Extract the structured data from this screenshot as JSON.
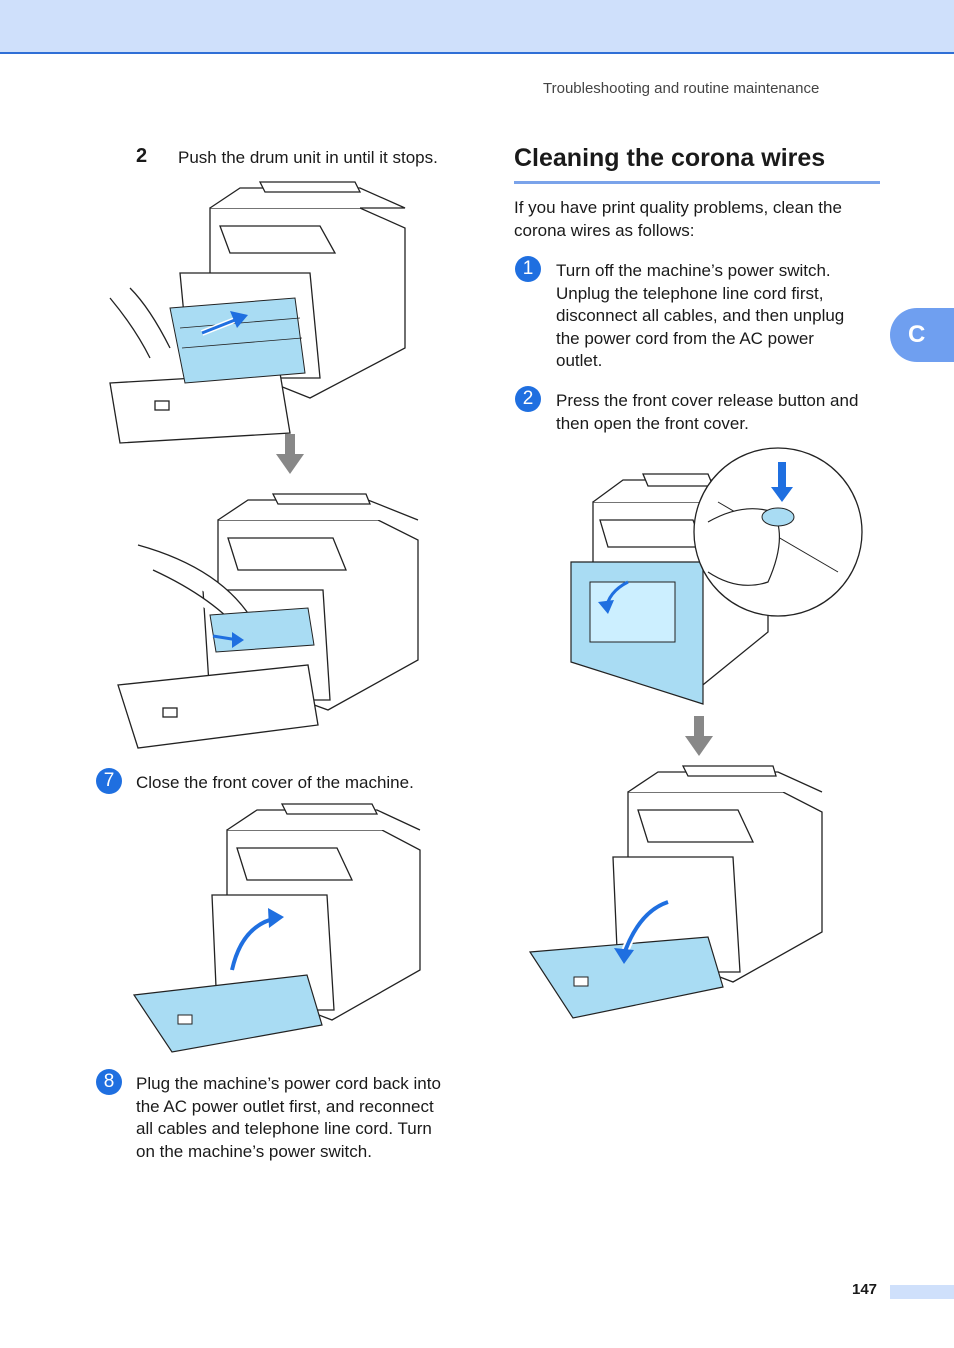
{
  "header": {
    "running_title": "Troubleshooting and routine maintenance"
  },
  "left": {
    "sub_step": {
      "number": "2",
      "text": "Push the drum unit in until it stops."
    },
    "step7": {
      "number": "7",
      "text": "Close the front cover of the machine."
    },
    "step8": {
      "number": "8",
      "lines": [
        "Plug the machine’s power cord back into",
        "the AC power outlet first, and reconnect",
        "all cables and telephone line cord. Turn",
        "on the machine’s power switch."
      ]
    }
  },
  "right": {
    "section_title": "Cleaning the corona wires",
    "intro": "If you have print quality problems, clean the corona wires as follows:",
    "step1": {
      "number": "1",
      "lines": [
        "Turn off the machine’s power switch.",
        "Unplug the telephone line cord first,",
        "disconnect all cables, and then unplug",
        "the power cord from the AC power",
        "outlet."
      ]
    },
    "step2": {
      "number": "2",
      "lines": [
        "Press the front cover release button and",
        "then open the front cover."
      ]
    }
  },
  "side_tab": {
    "letter": "C"
  },
  "footer": {
    "page_number": "147"
  },
  "colors": {
    "accent": "#1f6fe0",
    "band": "#cfe0fb",
    "highlight": "#a9dcf3",
    "arrow": "#888888"
  },
  "icons": [
    "printer-drum-insert-illustration",
    "down-arrow-icon",
    "printer-drum-pushed-illustration",
    "printer-cover-close-illustration",
    "printer-cover-release-illustration",
    "printer-cover-open-illustration"
  ]
}
